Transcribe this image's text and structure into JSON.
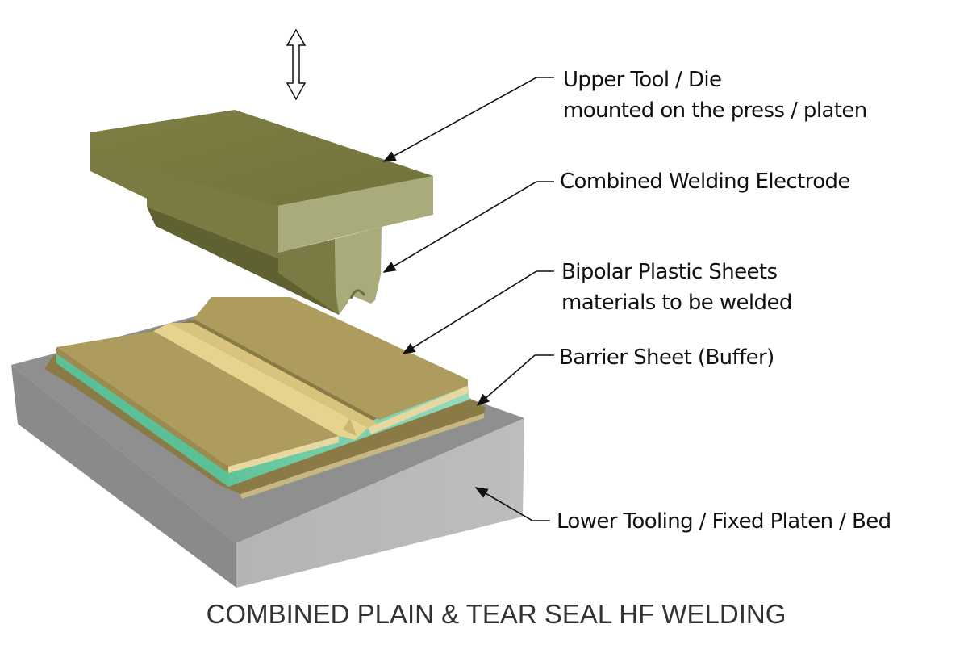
{
  "title": "COMBINED PLAIN & TEAR SEAL HF WELDING",
  "motion_indicator": "vertical-double-arrow-icon",
  "labels": [
    {
      "id": "upper-tool",
      "lines": [
        "Upper Tool / Die",
        "mounted on the press / platen"
      ]
    },
    {
      "id": "electrode",
      "lines": [
        "Combined Welding Electrode"
      ]
    },
    {
      "id": "plastic-sheets",
      "lines": [
        "Bipolar Plastic Sheets",
        "materials to be welded"
      ]
    },
    {
      "id": "barrier-sheet",
      "lines": [
        "Barrier Sheet (Buffer)"
      ]
    },
    {
      "id": "lower-tooling",
      "lines": [
        "Lower Tooling / Fixed Platen / Bed"
      ]
    }
  ],
  "colors": {
    "die_top": "#77783f",
    "die_front": "#a9ab7b",
    "die_side_dark": "#5f6130",
    "sheet_top": "#ad9c5e",
    "sheet_highlight": "#e6d48e",
    "sheet_edge": "#e8d9a0",
    "green_layer": "#6fd0a8",
    "barrier": "#8a7a45",
    "bed_top": "#8e8e8e",
    "bed_front": "#b9bab8",
    "bed_side": "#8c8c8c",
    "text": "#111111",
    "caption": "#333333"
  }
}
